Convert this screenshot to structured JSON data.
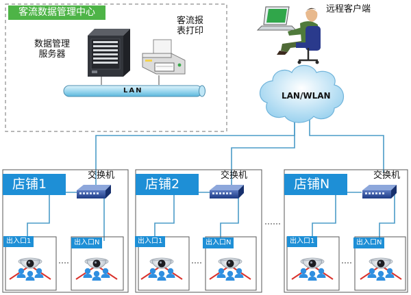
{
  "data_center": {
    "title": "客流数据管理中心",
    "server_label_1": "数据管理",
    "server_label_2": "服务器",
    "printer_label_1": "客流报",
    "printer_label_2": "表打印",
    "lan_label": "LAN"
  },
  "remote_client_label": "远程客户端",
  "cloud_label": "LAN/WLAN",
  "switch_label": "交换机",
  "stores": [
    {
      "title": "店铺1"
    },
    {
      "title": "店铺2"
    },
    {
      "title": "店铺N"
    }
  ],
  "entrance_1_label": "出入口1",
  "entrance_n_label": "出入口N",
  "colors": {
    "store_blue": "#1e8fd6",
    "center_green": "#4eb447",
    "link_line": "#4a9bc7",
    "sensor_red": "#d9312b"
  }
}
